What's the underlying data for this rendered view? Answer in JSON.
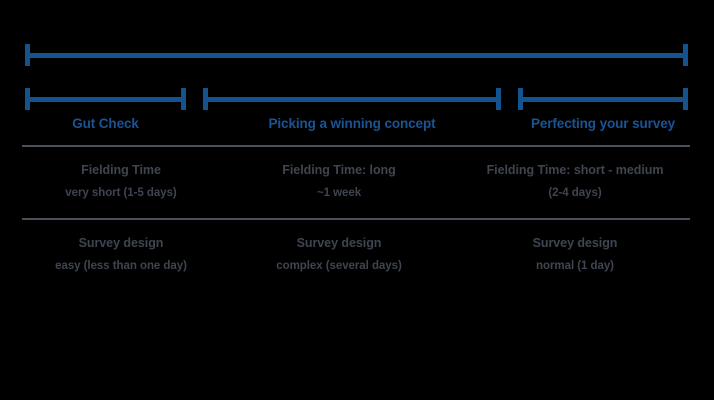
{
  "colors": {
    "background": "#000000",
    "bracket_blue": "#15538f",
    "phase_title_blue": "#1a5494",
    "body_text": "#3f4550",
    "divider": "#4a4f5c"
  },
  "brackets": {
    "overall_label": "overall-timeline-bracket",
    "phase_brackets": [
      {
        "name": "gut-check"
      },
      {
        "name": "picking-a-winning-concept"
      },
      {
        "name": "perfecting-your-survey"
      }
    ]
  },
  "phases": [
    {
      "title": "Gut Check",
      "fielding_time_heading": "Fielding Time",
      "fielding_time_detail": "very short (1-5 days)",
      "survey_design_heading": "Survey design",
      "survey_design_detail": "easy (less than one day)"
    },
    {
      "title": "Picking a winning concept",
      "fielding_time_heading": "Fielding Time: long",
      "fielding_time_detail": "~1 week",
      "survey_design_heading": "Survey design",
      "survey_design_detail": "complex (several days)"
    },
    {
      "title": "Perfecting your survey",
      "fielding_time_heading": "Fielding Time: short - medium",
      "fielding_time_detail": "(2-4 days)",
      "survey_design_heading": "Survey design",
      "survey_design_detail": "normal (1 day)"
    }
  ]
}
